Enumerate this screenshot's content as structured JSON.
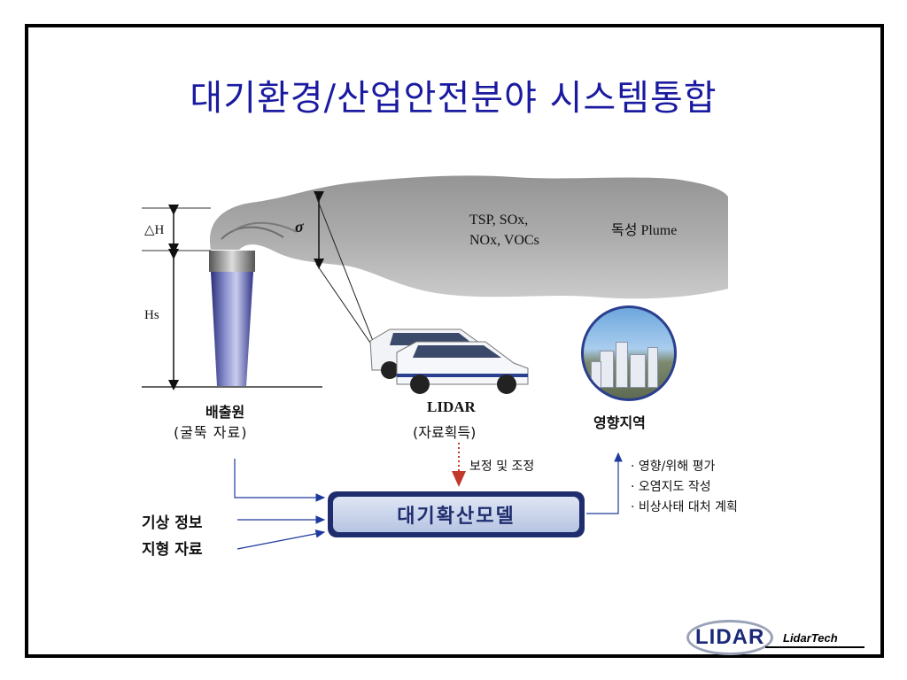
{
  "title": "대기환경/산업안전분야 시스템통합",
  "stack": {
    "delta_h": "△H",
    "hs": "Hs"
  },
  "plume": {
    "sigma": "σ",
    "pollutants_1": "TSP, SOx,",
    "pollutants_2": "NOx, VOCs",
    "label": "독성 Plume"
  },
  "source": {
    "name": "배출원",
    "sub": "(굴뚝 자료)"
  },
  "lidar": {
    "name": "LIDAR",
    "sub": "(자료획득)",
    "correction": "보정 및 조정"
  },
  "impact": {
    "name": "영향지역"
  },
  "model": {
    "label": "대기확산모델"
  },
  "inputs": {
    "weather": "기상 정보",
    "terrain": "지형 자료"
  },
  "outputs": [
    "· 영향/위해 평가",
    "· 오염지도 작성",
    "· 비상사태 대처 계획"
  ],
  "logo": {
    "text": "LIDAR",
    "brand": "LidarTech"
  },
  "colors": {
    "title": "#1a1aa0",
    "model_border": "#1f2d6e",
    "arrow": "#1f3a9e",
    "correction_arrow": "#c0392b"
  }
}
